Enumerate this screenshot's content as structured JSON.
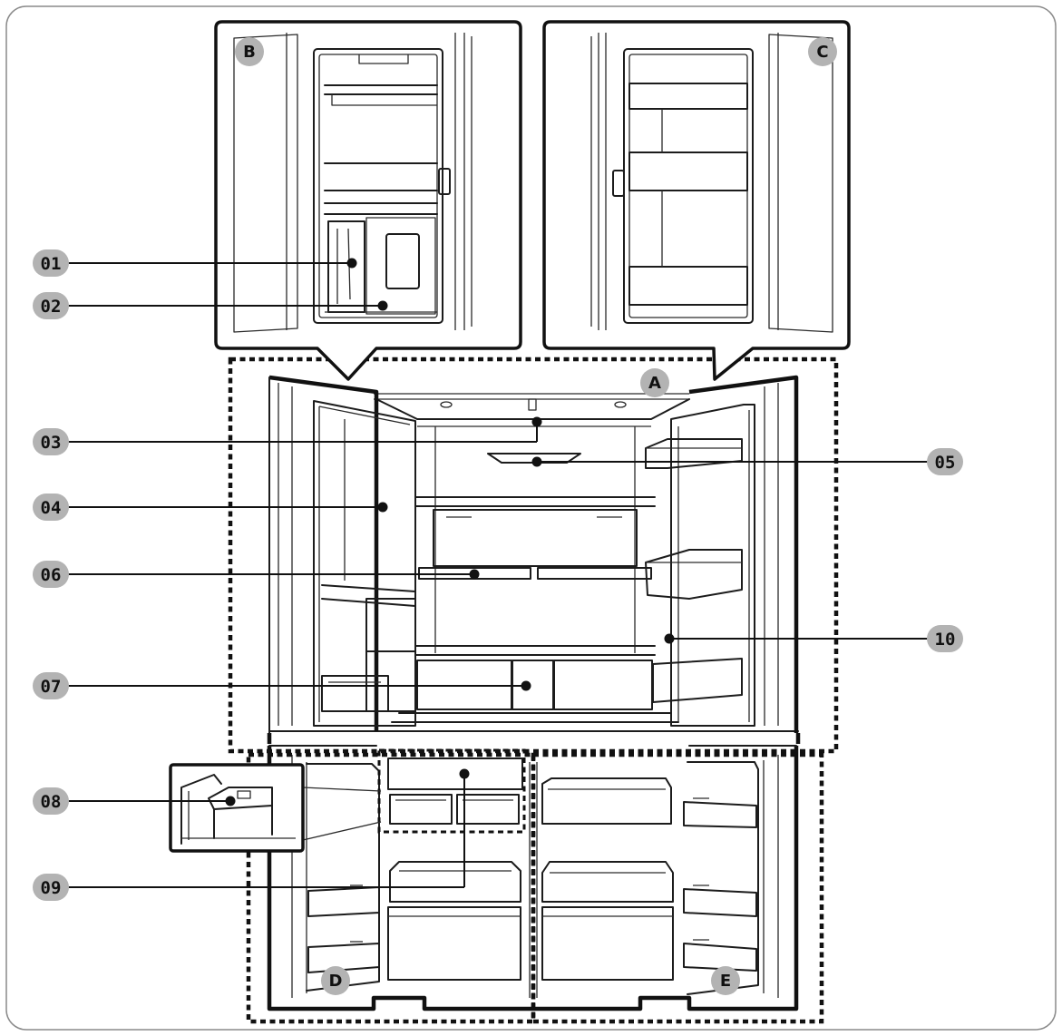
{
  "callouts": {
    "c01": "01",
    "c02": "02",
    "c03": "03",
    "c04": "04",
    "c05": "05",
    "c06": "06",
    "c07": "07",
    "c08": "08",
    "c09": "09",
    "c10": "10"
  },
  "zones": {
    "a": "A",
    "b": "B",
    "c": "C",
    "d": "D",
    "e": "E"
  },
  "colors": {
    "badge": "#b3b3b3",
    "line": "#111111",
    "background": "#ffffff"
  }
}
